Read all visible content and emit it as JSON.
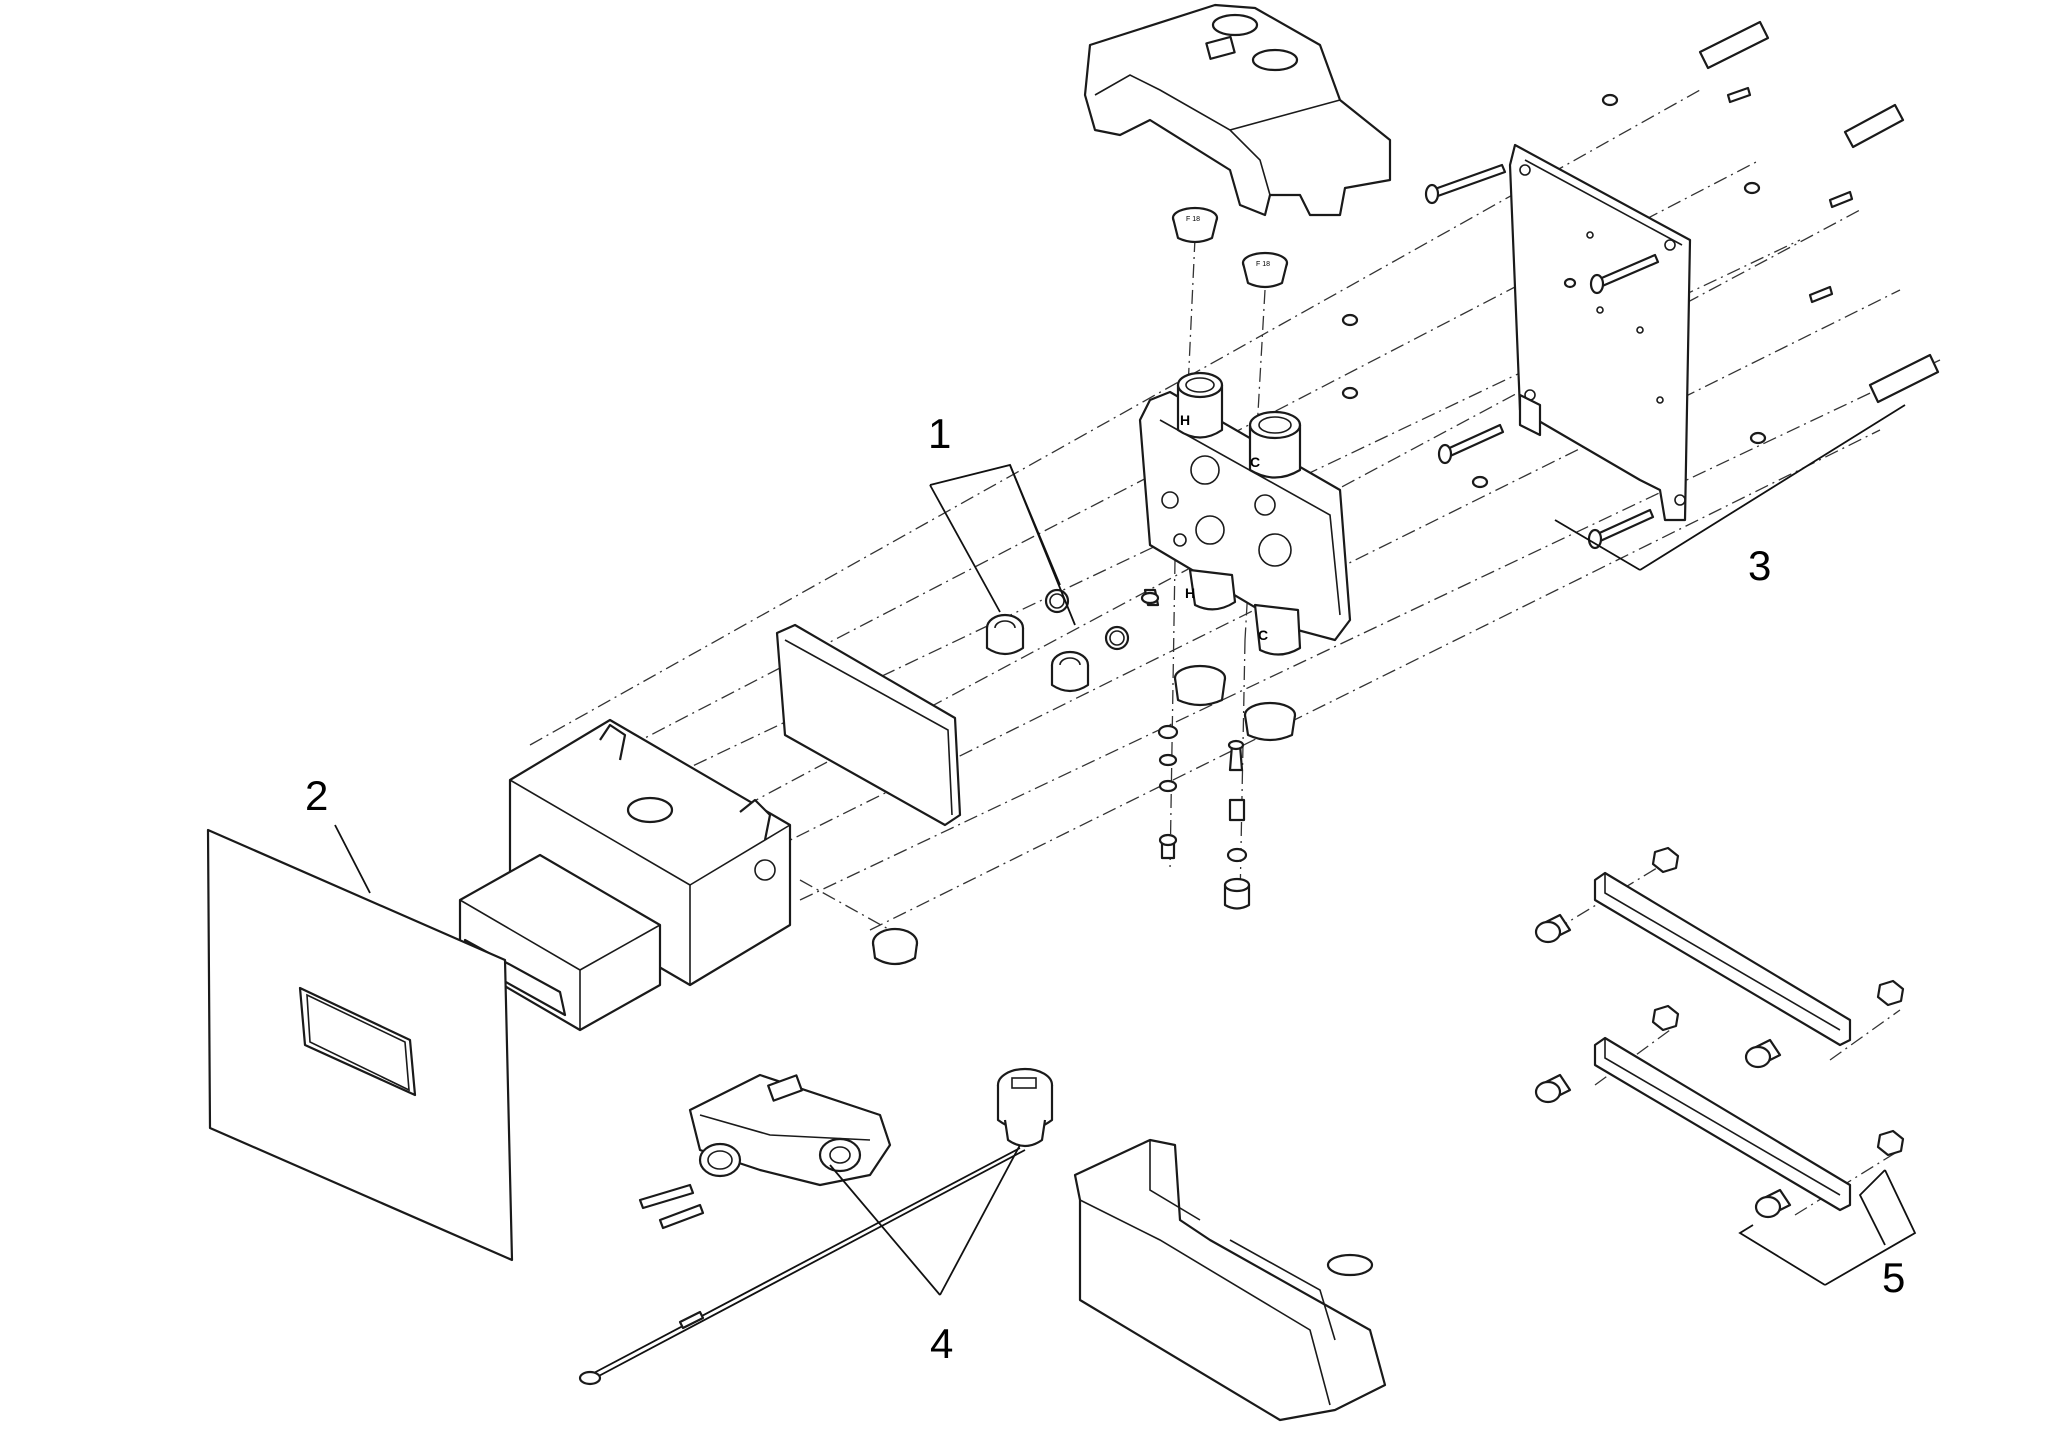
{
  "callouts": [
    {
      "id": "1",
      "label": "1"
    },
    {
      "id": "2",
      "label": "2"
    },
    {
      "id": "3",
      "label": "3"
    },
    {
      "id": "4",
      "label": "4"
    },
    {
      "id": "5",
      "label": "5"
    }
  ],
  "port_marks": {
    "hot": "H",
    "cold": "C"
  },
  "cap_marks": {
    "left": "F 18",
    "right": "F 18"
  },
  "colors": {
    "line": "#1a1a1a",
    "background": "#ffffff"
  }
}
